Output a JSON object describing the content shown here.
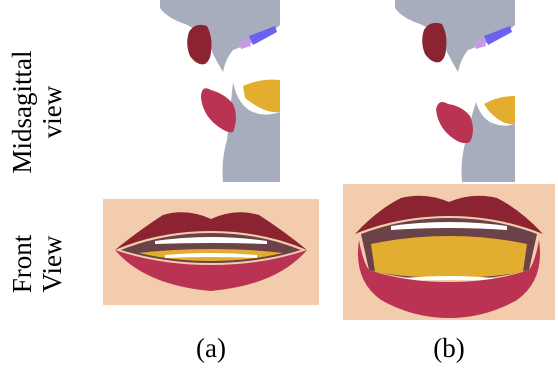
{
  "row_labels": {
    "midsagittal": [
      "Midsagittal",
      "view"
    ],
    "front": [
      "Front",
      "View"
    ]
  },
  "captions": [
    "(a)",
    "(b)"
  ],
  "colors": {
    "upper_lip": "#8b2331",
    "lower_lip": "#bb3352",
    "tongue": "#e3ad2f",
    "skin": "#f2ccac",
    "palate": "#a7adbd",
    "mouth_dark": "#6a4247",
    "teeth": "#ffffff",
    "velum": "#6a61ef"
  }
}
